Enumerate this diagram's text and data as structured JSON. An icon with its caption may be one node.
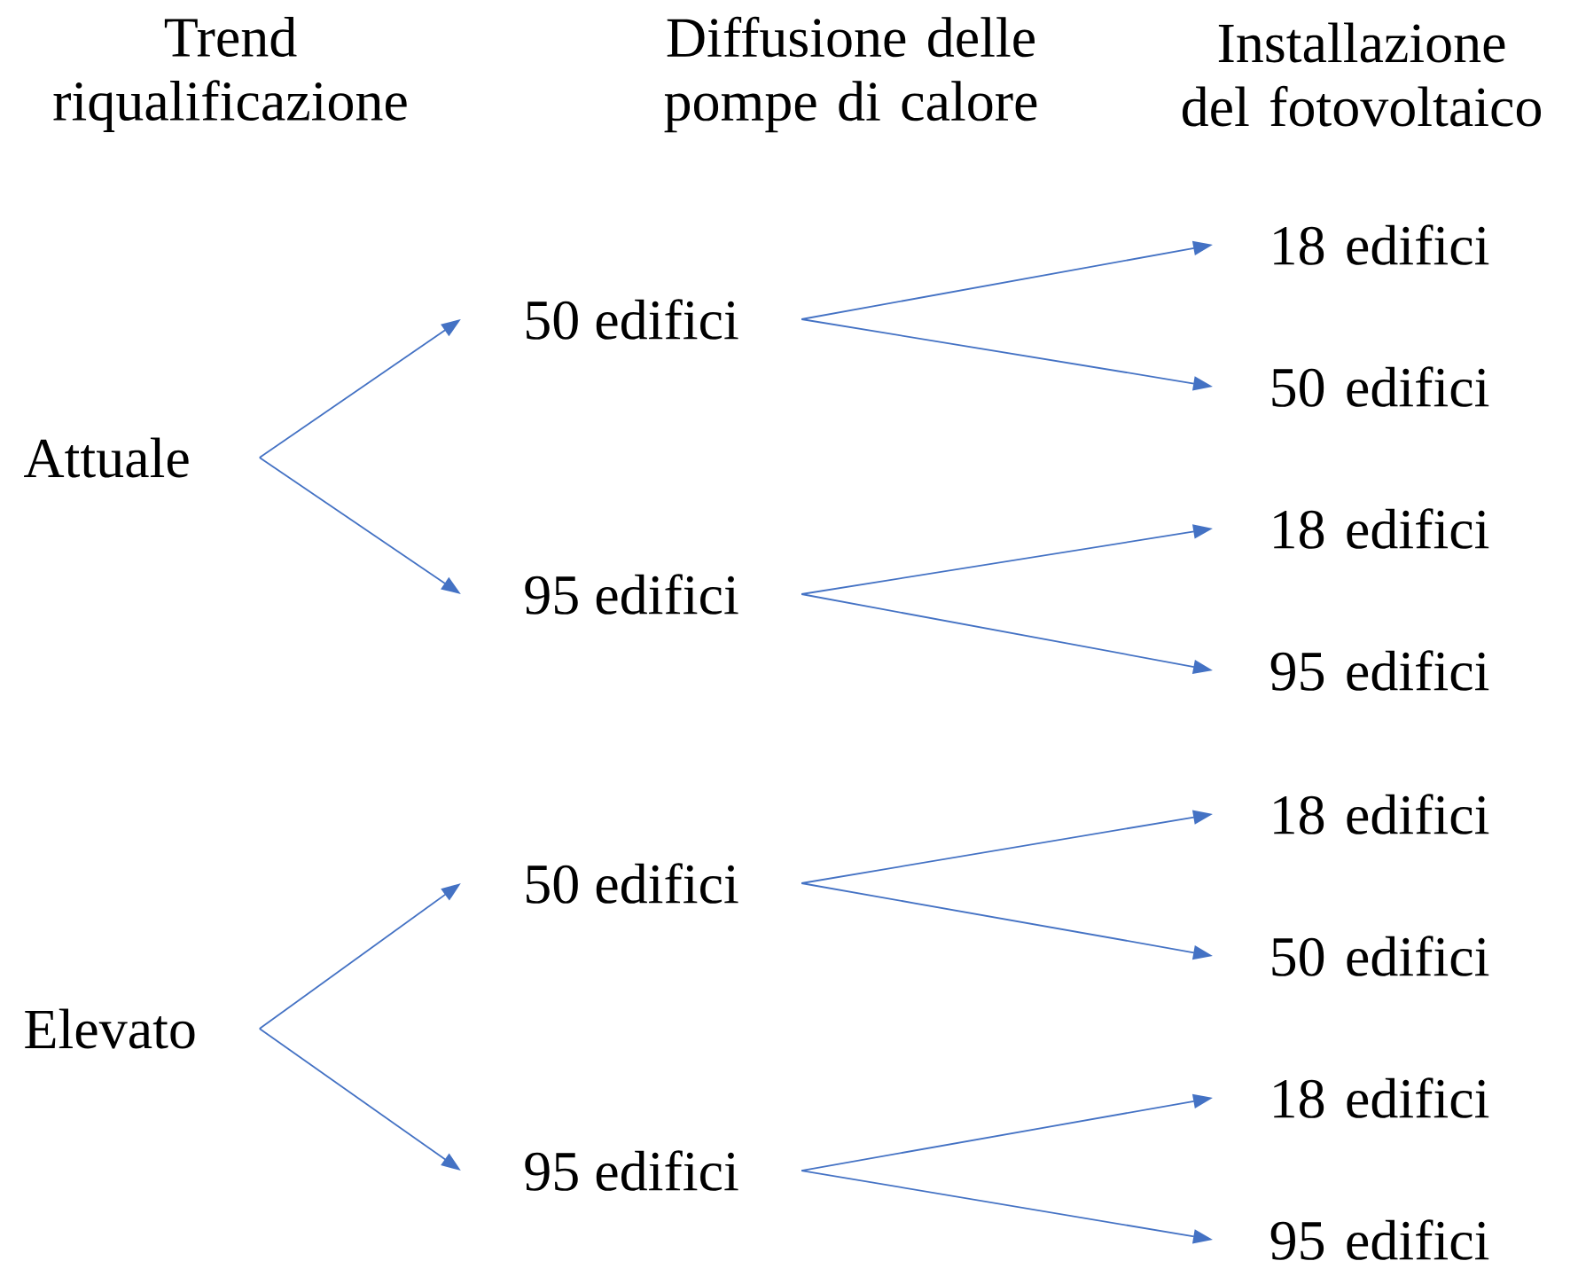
{
  "diagram": {
    "nodes": [
      {
        "text": [
          "Attuale"
        ]
      },
      {
        "text": [
          "Elevato"
        ]
      },
      {
        "text": [
          "50 edifici"
        ]
      },
      {
        "text": [
          "95 edifici"
        ]
      },
      {
        "text": [
          "50 edifici"
        ]
      },
      {
        "text": [
          "95 edifici"
        ]
      },
      {
        "text": [
          "18 edifici"
        ]
      },
      {
        "text": [
          "50 edifici"
        ]
      },
      {
        "text": [
          "18 edifici"
        ]
      },
      {
        "text": [
          "95 edifici"
        ]
      },
      {
        "text": [
          "18 edifici"
        ]
      },
      {
        "text": [
          "50 edifici"
        ]
      },
      {
        "text": [
          "18 edifici"
        ]
      },
      {
        "text": [
          "95 edifici"
        ]
      }
    ],
    "edges": [
      {
        "from": 0,
        "to": 2,
        "arrow": "to"
      },
      {
        "from": 0,
        "to": 3,
        "arrow": "to"
      },
      {
        "from": 1,
        "to": 4,
        "arrow": "to"
      },
      {
        "from": 1,
        "to": 5,
        "arrow": "to"
      },
      {
        "from": 2,
        "to": 6,
        "arrow": "to"
      },
      {
        "from": 2,
        "to": 7,
        "arrow": "to"
      },
      {
        "from": 3,
        "to": 8,
        "arrow": "to"
      },
      {
        "from": 3,
        "to": 9,
        "arrow": "to"
      },
      {
        "from": 4,
        "to": 10,
        "arrow": "to"
      },
      {
        "from": 4,
        "to": 11,
        "arrow": "to"
      },
      {
        "from": 5,
        "to": 12,
        "arrow": "to"
      },
      {
        "from": 5,
        "to": 13,
        "arrow": "to"
      }
    ],
    "labels": [
      "Trend riqualificazione",
      "Diffusione delle pompe di calore",
      "Installazione del fotovoltaico"
    ]
  }
}
